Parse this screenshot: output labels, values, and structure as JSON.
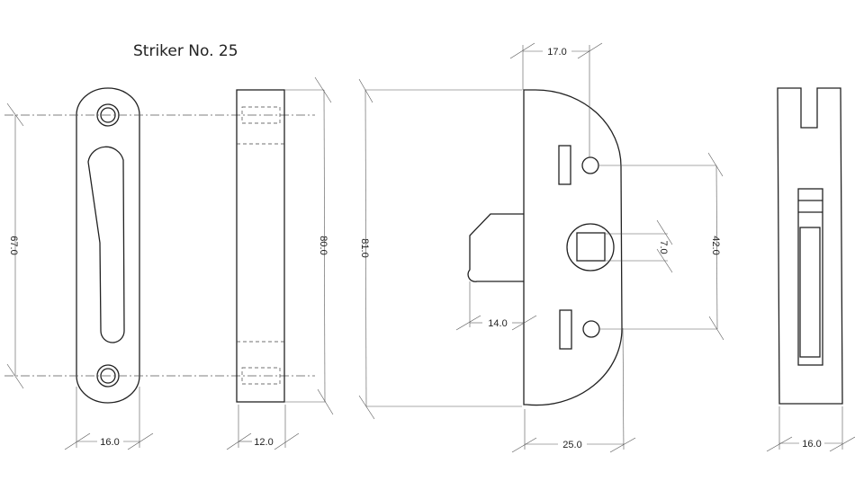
{
  "drawing": {
    "title": "Striker No. 25",
    "views": {
      "striker_front": {
        "height_dim": "67.0",
        "width_dim": "16.0"
      },
      "striker_side": {
        "height_dim": "80.0",
        "width_dim": "12.0"
      },
      "lock_front": {
        "height_dim": "81.0",
        "top_offset_dim": "17.0",
        "hole_spacing_dim": "42.0",
        "spindle_dim": "7.0",
        "bolt_projection_dim": "14.0",
        "width_dim": "25.0"
      },
      "lock_edge": {
        "width_dim": "16.0"
      }
    },
    "colors": {
      "line": "#222222",
      "background": "#ffffff"
    }
  }
}
